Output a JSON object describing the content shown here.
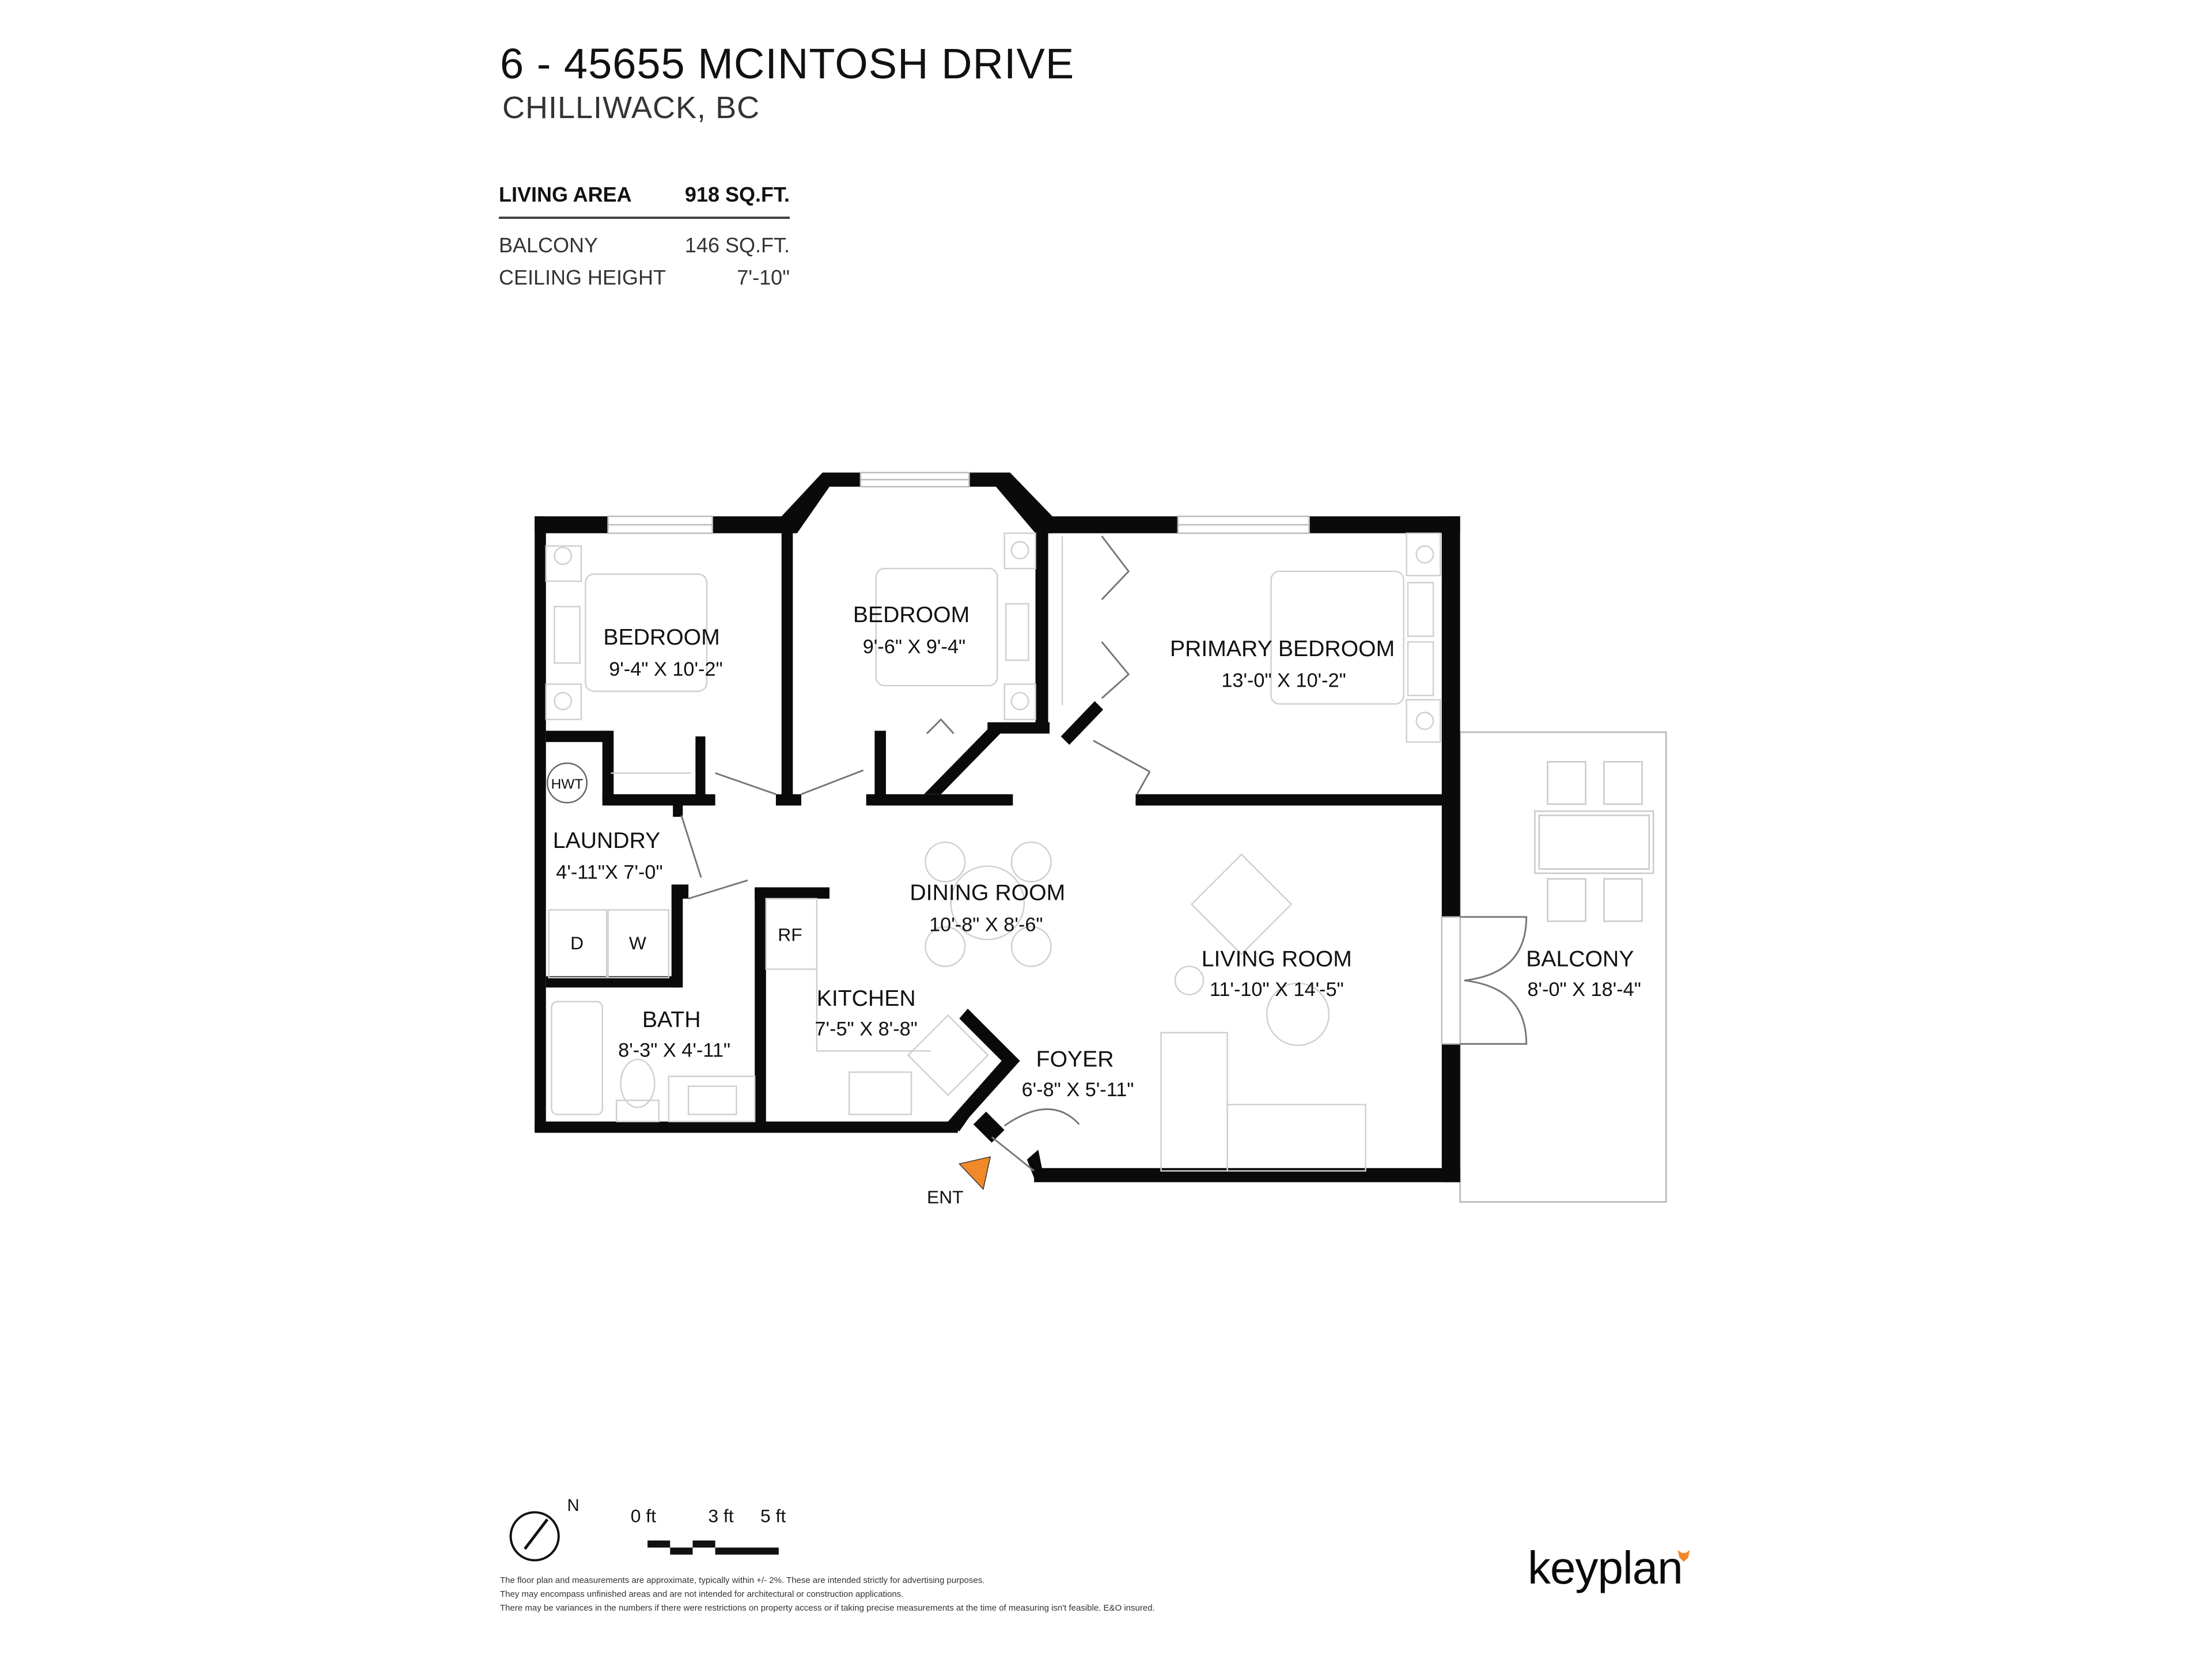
{
  "header": {
    "title": "6 - 45655 MCINTOSH DRIVE",
    "subtitle": "CHILLIWACK, BC"
  },
  "stats": {
    "living_area": {
      "label": "LIVING AREA",
      "value": "918 SQ.FT."
    },
    "balcony": {
      "label": "BALCONY",
      "value": "146 SQ.FT."
    },
    "ceiling_height": {
      "label": "CEILING HEIGHT",
      "value": "7'-10\""
    }
  },
  "rooms": [
    {
      "name": "BEDROOM",
      "dims": "9'-4\"  X  10'-2\""
    },
    {
      "name": "BEDROOM",
      "dims": "9'-6\"  X  9'-4\""
    },
    {
      "name": "PRIMARY BEDROOM",
      "dims": "13'-0\"  X  10'-2\""
    },
    {
      "name": "LAUNDRY",
      "dims": "4'-11\"X 7'-0\""
    },
    {
      "name": "DINING ROOM",
      "dims": "10'-8\"  X  8'-6\""
    },
    {
      "name": "LIVING ROOM",
      "dims": "11'-10\"  X  14'-5\""
    },
    {
      "name": "BALCONY",
      "dims": "8'-0\"  X  18'-4\""
    },
    {
      "name": "KITCHEN",
      "dims": "7'-5\"  X  8'-8\""
    },
    {
      "name": "BATH",
      "dims": "8'-3\"  X  4'-11\""
    },
    {
      "name": "FOYER",
      "dims": "6'-8\"  X  5'-11\""
    }
  ],
  "fixtures": {
    "hwt": "HWT",
    "dryer": "D",
    "washer": "W",
    "fridge": "RF",
    "entrance": "ENT"
  },
  "colors": {
    "wall": "#0a0a0a",
    "furniture": "#c8c8c8",
    "entrance_marker": "#f0892a"
  },
  "footer": {
    "north_label": "N",
    "scale": [
      "0 ft",
      "3 ft",
      "5 ft"
    ],
    "disclaimer": [
      "The floor plan and measurements are approximate, typically within +/- 2%. These are intended strictly for advertising purposes.",
      "They may encompass unfinished areas and are not intended for architectural or construction applications.",
      "There may be variances in the numbers if there were restrictions on property access or if taking precise measurements at the time of measuring isn't feasible. E&O insured."
    ],
    "brand": "keyplan"
  }
}
